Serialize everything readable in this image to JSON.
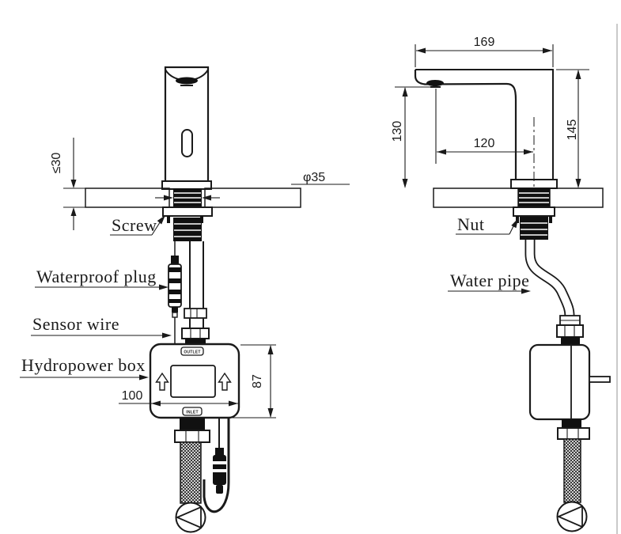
{
  "diagram": {
    "front_view": {
      "labels": {
        "screw": "Screw",
        "waterproof_plug": "Waterproof plug",
        "sensor_wire": "Sensor wire",
        "hydropower_box": "Hydropower box"
      },
      "dimensions": {
        "max_counter_thickness": "≤30",
        "hole_diameter": "φ35",
        "box_width": "100",
        "box_height": "87"
      },
      "port_tags": {
        "outlet": "OUTLET",
        "inlet": "INLET"
      }
    },
    "side_view": {
      "labels": {
        "nut": "Nut",
        "water_pipe": "Water pipe"
      },
      "dimensions": {
        "spout_length": "169",
        "spout_height_to_counter": "130",
        "spout_reach": "120",
        "overall_height": "145"
      }
    },
    "colors": {
      "line": "#1a1a1a",
      "background": "#ffffff"
    }
  }
}
